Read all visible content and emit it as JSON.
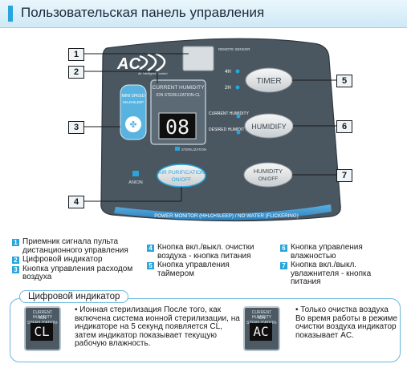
{
  "header": {
    "title": "Пользовательская панель управления"
  },
  "panel": {
    "remote_sensor": "REMOTE SENSOR",
    "logo": {
      "text": "AC",
      "tagline": "Air Intelligent Comfort"
    },
    "display": {
      "line1": "CURRENT HUMIDITY",
      "line2": "ION STERILIZATION-CL",
      "digits": "08",
      "sterilization": "STERILIZATION"
    },
    "mini_speed": {
      "label": "MINI SPEED",
      "sub": "HI•LO•SLEEP"
    },
    "timer": {
      "label": "TIMER",
      "opt_4h": "4H",
      "opt_2h": "2H"
    },
    "humidify": {
      "label": "HUMIDIFY",
      "opt_current": "CURRENT HUMIDITY",
      "opt_desired": "DESIRED HUMIDITY"
    },
    "anion": "ANION",
    "air_purification": {
      "label": "AIR PURIFICATION",
      "sub": "ON/OFF"
    },
    "humidity_onoff": {
      "label": "HUMIDITY",
      "sub": "ON/OFF"
    },
    "monitor_strip": "POWER MONITOR (HI•LO•SLEEP) / NO WATER (FLICKERING)"
  },
  "callouts": [
    "1",
    "2",
    "3",
    "4",
    "5",
    "6",
    "7"
  ],
  "legend": {
    "col1": [
      {
        "num": "1",
        "text": "Приемник сигнала пульта дистанционного управления"
      },
      {
        "num": "2",
        "text": "Цифровой индикатор"
      },
      {
        "num": "3",
        "text": "Кнопка управления расходом воздуха"
      }
    ],
    "col2": [
      {
        "num": "4",
        "text": "Кнопка вкл./выкл. очистки воздуха - кнопка питания"
      },
      {
        "num": "5",
        "text": "Кнопка управления таймером"
      }
    ],
    "col3": [
      {
        "num": "6",
        "text": "Кнопка управления влажностью"
      },
      {
        "num": "7",
        "text": "Кнопка вкл./выкл. увлажнителя - кнопка питания"
      }
    ]
  },
  "indicator": {
    "title": "Цифровой индикатор",
    "left": {
      "line1": "CURRENT HUMIDITY",
      "line2": "ION STERILIZATION-CL",
      "code": "CL",
      "text": "• Ионная стерилизация После того, как включена система ионной стерилизации, на индикаторе на 5 секунд появляется CL, затем индикатор показывает текущую рабочую влажность."
    },
    "right": {
      "line1": "CURRENT HUMIDITY",
      "line2": "ION STERILIZATION-CL",
      "code": "AC",
      "text": "• Только очистка воздуха Во время работы в режиме очистки воздуха индикатор показывает AC."
    }
  },
  "colors": {
    "accent": "#27a5dc",
    "panel": "#4a5760",
    "button": "#e6e6e6"
  }
}
